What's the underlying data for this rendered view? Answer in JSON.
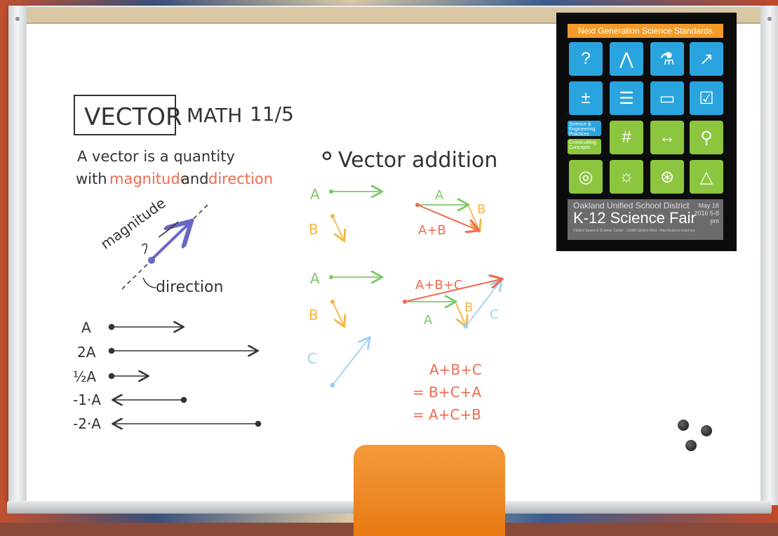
{
  "board": {
    "title_box": "VECTOR",
    "title_rest": "MATH",
    "date": "11/5",
    "definition_line1": "A vector is a quantity",
    "definition_line2_pre": "with",
    "definition_magnitude": "magnitude",
    "definition_and": "and",
    "definition_direction": "direction",
    "diagram_magnitude": "magnitude",
    "diagram_direction": "direction",
    "scalar_labels": [
      "A",
      "2A",
      "½A",
      "-1·A",
      "-2·A"
    ],
    "addition_heading": "Vector addition",
    "labels": {
      "a": "A",
      "b": "B",
      "c": "C",
      "a_plus_b": "A+B",
      "a_b_c": "A+B+C"
    },
    "equation_lines": [
      "A+B+C",
      "= B+C+A",
      "= A+C+B"
    ]
  },
  "poster": {
    "title": "Next Generation Science Standards",
    "subtitle": "Oakland Unified School District",
    "fair": "K-12 Science Fair",
    "date": "May 18 2016 5-8 pm",
    "mini1": "Science & Engineering Practices",
    "mini2": "Crosscutting Concepts",
    "fine_print": "Chabot Space & Science Center · 10000 Skyline Blvd · http://science.ousd.org"
  },
  "colors": {
    "ink": "#333",
    "orange": "#ef6a4d",
    "green": "#7ec86a",
    "yellow": "#f5b640",
    "blue": "#9fd0ef",
    "purple": "#6a66c8"
  }
}
